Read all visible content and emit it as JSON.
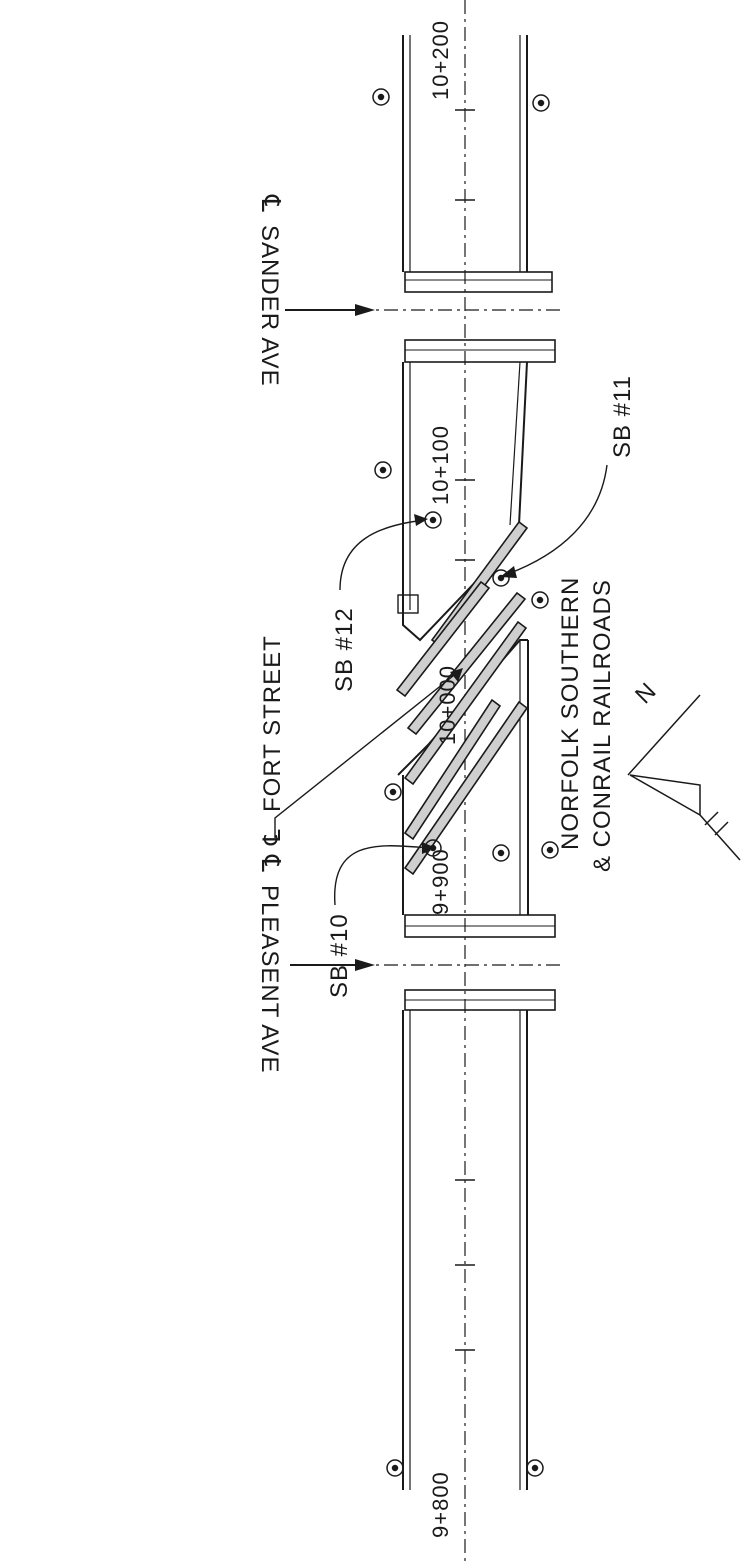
{
  "drawing": {
    "stations": {
      "sta_9800": "9+800",
      "sta_9900": "9+900",
      "sta_10000": "10+000",
      "sta_10100": "10+100",
      "sta_10200": "10+200"
    },
    "streets": {
      "pleasent_ave": "PLEASENT AVE",
      "sander_ave": "SANDER AVE",
      "fort_street": "FORT STREET",
      "centerline_symbol": "℄"
    },
    "callouts": {
      "sb10": "SB #10",
      "sb11": "SB #11",
      "sb12": "SB #12"
    },
    "railroads": {
      "line1": "NORFOLK SOUTHERN",
      "line2": "& CONRAIL RAILROADS"
    },
    "north_arrow": "N"
  }
}
